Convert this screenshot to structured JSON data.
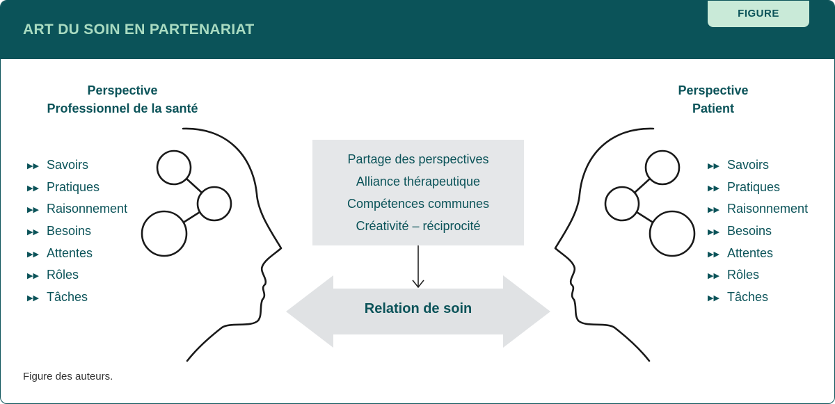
{
  "header": {
    "title": "ART DU SOIN EN PARTENARIAT",
    "tab_label": "FIGURE"
  },
  "left_perspective": {
    "title_line1": "Perspective",
    "title_line2": "Professionnel de la santé",
    "items": [
      "Savoirs",
      "Pratiques",
      "Raisonnement",
      "Besoins",
      "Attentes",
      "Rôles",
      "Tâches"
    ]
  },
  "right_perspective": {
    "title_line1": "Perspective",
    "title_line2": "Patient",
    "items": [
      "Savoirs",
      "Pratiques",
      "Raisonnement",
      "Besoins",
      "Attentes",
      "Rôles",
      "Tâches"
    ]
  },
  "center_box": {
    "lines": [
      "Partage des perspectives",
      "Alliance thérapeutique",
      "Compétences communes",
      "Créativité – réciprocité"
    ]
  },
  "relation_label": "Relation de soin",
  "source_note": "Figure des auteurs.",
  "colors": {
    "primary": "#0b5359",
    "header_title": "#a9dbc1",
    "tab_background": "#c9ead8",
    "box_background": "#e5e7e9",
    "arrow": "#e0e2e4"
  },
  "icons": {
    "bullet": "double-chevron-right-icon",
    "head": "head-profile-icon"
  }
}
